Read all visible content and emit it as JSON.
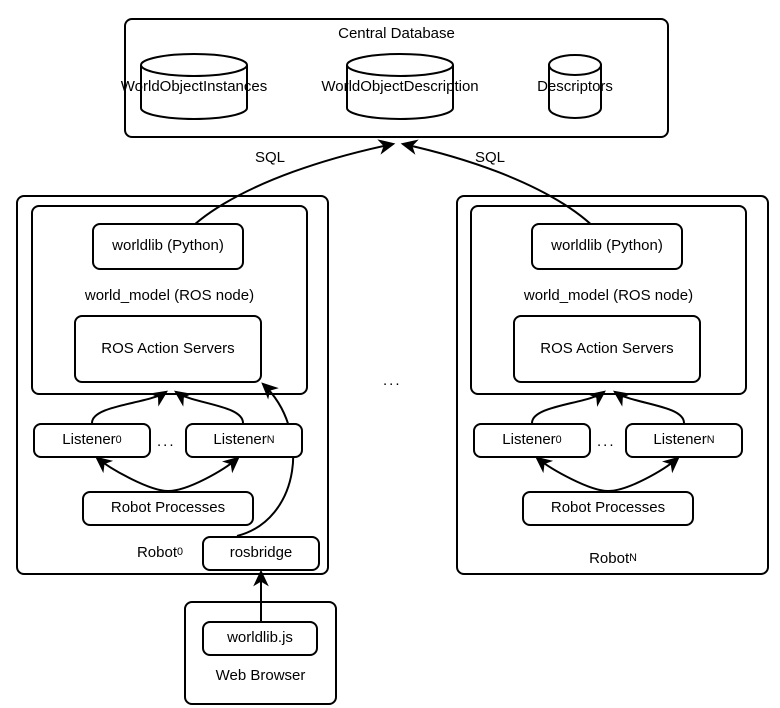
{
  "diagram": {
    "title": "World Model ROS Architecture",
    "stroke_color": "#000000",
    "background_color": "#ffffff",
    "text_color": "#000000"
  },
  "central_database": {
    "label": "Central Database",
    "cylinders": [
      {
        "label": "WorldObjectInstances"
      },
      {
        "label": "WorldObjectDescription"
      },
      {
        "label": "Descriptors"
      }
    ]
  },
  "connections": {
    "sql_left_label": "SQL",
    "sql_right_label": "SQL",
    "ellipsis_between_robots": "..."
  },
  "robots": [
    {
      "id": "robot-0",
      "name_base": "Robot",
      "name_subscript": "0",
      "world_model_label": "world_model (ROS node)",
      "worldlib_label": "worldlib (Python)",
      "action_servers_label": "ROS Action Servers",
      "listeners": [
        {
          "base": "Listener",
          "subscript": "0"
        },
        {
          "base": "Listener",
          "subscript": "N"
        }
      ],
      "listener_ellipsis": "...",
      "robot_processes_label": "Robot Processes",
      "rosbridge_label": "rosbridge"
    },
    {
      "id": "robot-n",
      "name_base": "Robot",
      "name_subscript": "N",
      "world_model_label": "world_model (ROS node)",
      "worldlib_label": "worldlib (Python)",
      "action_servers_label": "ROS Action Servers",
      "listeners": [
        {
          "base": "Listener",
          "subscript": "0"
        },
        {
          "base": "Listener",
          "subscript": "N"
        }
      ],
      "listener_ellipsis": "...",
      "robot_processes_label": "Robot Processes"
    }
  ],
  "web_browser": {
    "label": "Web Browser",
    "worldlib_js_label": "worldlib.js"
  }
}
